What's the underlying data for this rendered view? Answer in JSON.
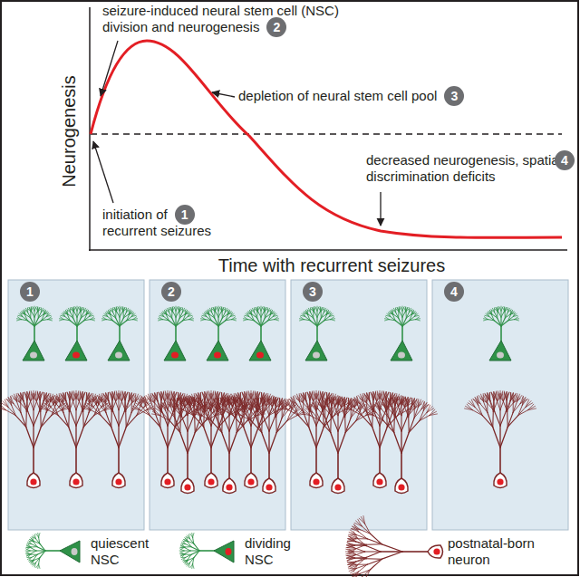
{
  "diagram": {
    "nodes": [
      {
        "text": [
          "1"
        ]
      },
      {
        "text": [
          "2"
        ]
      },
      {
        "text": [
          "3"
        ]
      },
      {
        "text": [
          "4"
        ]
      },
      {
        "text": [
          "1"
        ]
      },
      {
        "text": [
          "2"
        ]
      },
      {
        "text": [
          "3"
        ]
      },
      {
        "text": [
          "4"
        ]
      }
    ],
    "labels": [
      "seizure-induced neural stem cell (NSC) division and neurogenesis",
      "depletion of neural stem cell pool",
      "decreased neurogenesis, spatial discrimination deficits",
      "initiation of recurrent seizures",
      "Neurogenesis",
      "Time with recurrent seizures"
    ],
    "legend": [
      {
        "text": "quiescent NSC"
      },
      {
        "text": "dividing NSC"
      },
      {
        "text": "postnatal-born neuron"
      }
    ]
  }
}
